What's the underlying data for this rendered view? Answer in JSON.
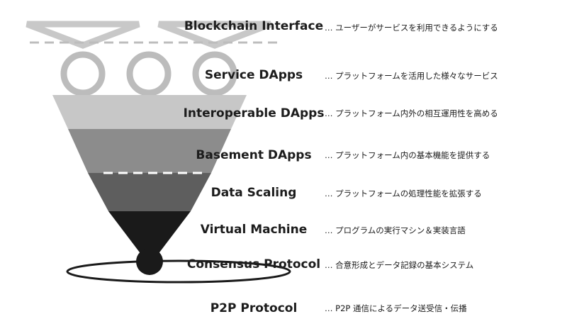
{
  "layers": [
    {
      "name": "Blockchain Interface",
      "desc": "… ユーザーがサービスを利用できるようにする"
    },
    {
      "name": "Service DApps",
      "desc": "… プラットフォームを活用した様々なサービス"
    },
    {
      "name": "Interoperable DApps",
      "desc": "… プラットフォーム内外の相互運用性を高める"
    },
    {
      "name": "Basement DApps",
      "desc": "… プラットフォーム内の基本機能を提供する"
    },
    {
      "name": "Data Scaling",
      "desc": "… プラットフォームの処理性能を拡張する"
    },
    {
      "name": "Virtual Machine",
      "desc": "… プログラムの実行マシン＆実装言語"
    },
    {
      "name": "Consensus Protocol",
      "desc": "… 合意形成とデータ記録の基本システム"
    },
    {
      "name": "P2P Protocol",
      "desc": "… P2P 通信によるデータ送受信・伝播"
    }
  ],
  "colors": {
    "interface_outline": "#c8c8c8",
    "rings": "#bcbcbc",
    "band_light": "#c7c7c7",
    "band_mid": "#8c8c8c",
    "band_dark": "#5e5e5e",
    "band_black": "#1a1a1a",
    "orbit": "#1a1a1a",
    "dashes": "#ffffff",
    "top_dashes": "#bdbdbd"
  }
}
